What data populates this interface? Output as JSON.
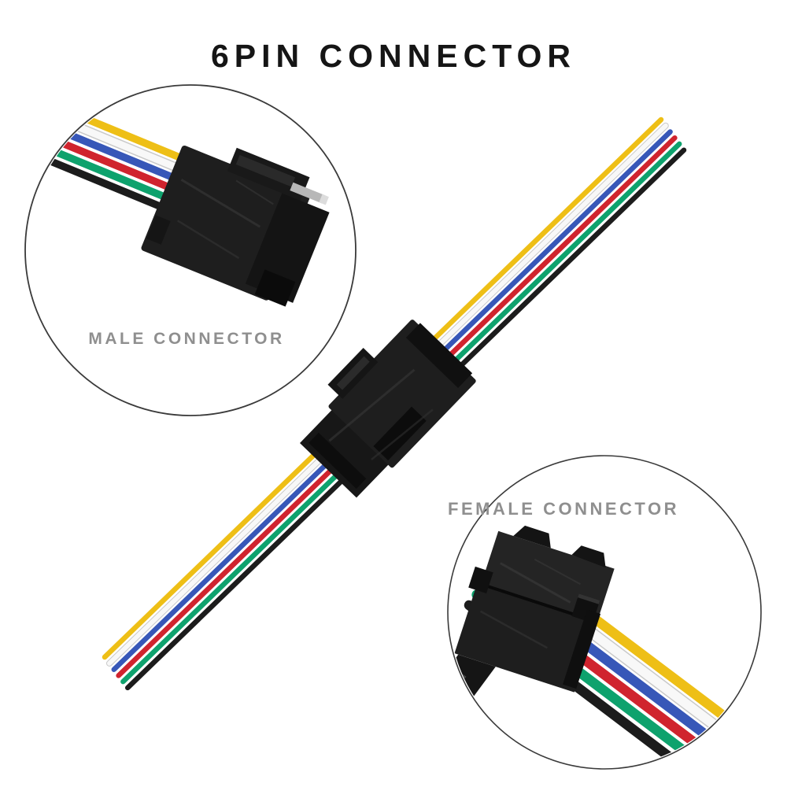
{
  "title": {
    "text": "6PIN CONNECTOR",
    "color": "#151515"
  },
  "insets": {
    "male": {
      "label": "MALE CONNECTOR"
    },
    "female": {
      "label": "FEMALE CONNECTOR"
    }
  },
  "label_color": "#8f8f8f",
  "background": "#ffffff",
  "circle_border_color": "#3a3a3a",
  "connector_body_color": "#1e1e1e",
  "pin_color": "#b7b7b7",
  "wires": [
    {
      "name": "yellow",
      "color": "#eebf16"
    },
    {
      "name": "white",
      "color": "#f8f8f8",
      "edge": "#c9c9c9"
    },
    {
      "name": "blue",
      "color": "#3757b8"
    },
    {
      "name": "red",
      "color": "#d0242e"
    },
    {
      "name": "green",
      "color": "#0ea26d"
    },
    {
      "name": "black",
      "color": "#1c1c1c"
    }
  ]
}
